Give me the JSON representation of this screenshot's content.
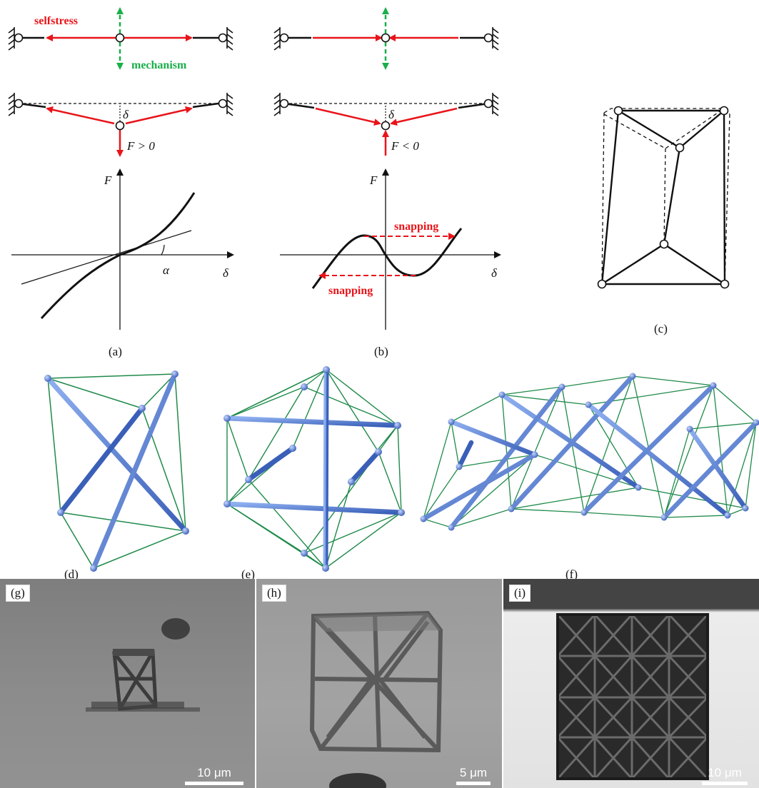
{
  "labels": {
    "a": "(a)",
    "b": "(b)",
    "c": "(c)",
    "d": "(d)",
    "e": "(e)",
    "f": "(f)",
    "g": "(g)",
    "h": "(h)",
    "i": "(i)"
  },
  "annotations": {
    "selfstress": "selfstress",
    "mechanism": "mechanism",
    "delta": "δ",
    "force_positive": "F > 0",
    "force_negative": "F < 0",
    "axis_F": "F",
    "axis_delta": "δ",
    "alpha": "α",
    "snapping_top": "snapping",
    "snapping_bottom": "snapping"
  },
  "scalebars": {
    "g": "10 μm",
    "h": "5 μm",
    "i": "10 μm"
  },
  "colors": {
    "red": "#e8141a",
    "green": "#1aaf4b",
    "strut_blue": "#5b7fd0",
    "cable_green": "#1f8a4a"
  }
}
